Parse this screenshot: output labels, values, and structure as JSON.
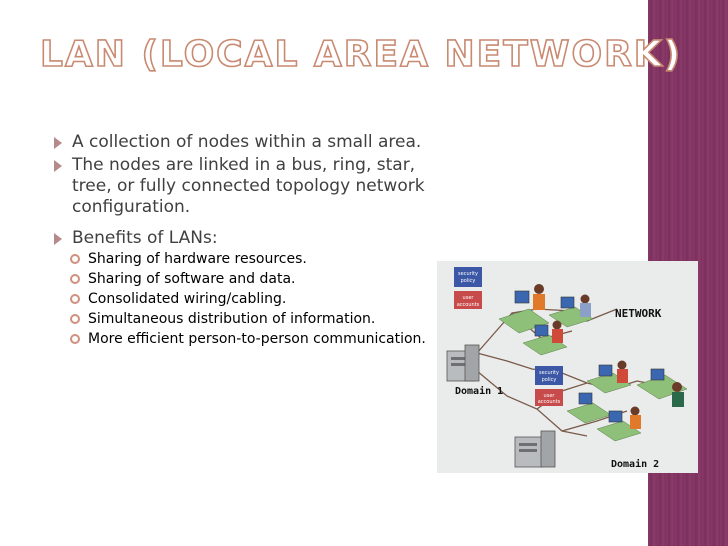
{
  "slide": {
    "title": "LAN (Local Area Network)",
    "bullets": [
      "A collection of nodes within a small area.",
      "The nodes are linked in a bus, ring, star, tree, or fully connected topology network configuration."
    ],
    "benefits_heading": "Benefits of LANs:",
    "benefits": [
      "Sharing of hardware resources.",
      "Sharing of software and data.",
      "Consolidated wiring/cabling.",
      "Simultaneous distribution of information.",
      "More efficient person-to-person communication."
    ]
  },
  "diagram": {
    "network_label": "NETWORK",
    "domain1_label": "Domain 1",
    "domain2_label": "Domain 2",
    "security_policy_label": [
      "security",
      "policy"
    ],
    "user_accounts_label": [
      "user",
      "accounts"
    ]
  },
  "colors": {
    "title_outline": "#c98a72",
    "accent_strip": "#7f325f",
    "bullet_mark": "#b58a8a"
  }
}
